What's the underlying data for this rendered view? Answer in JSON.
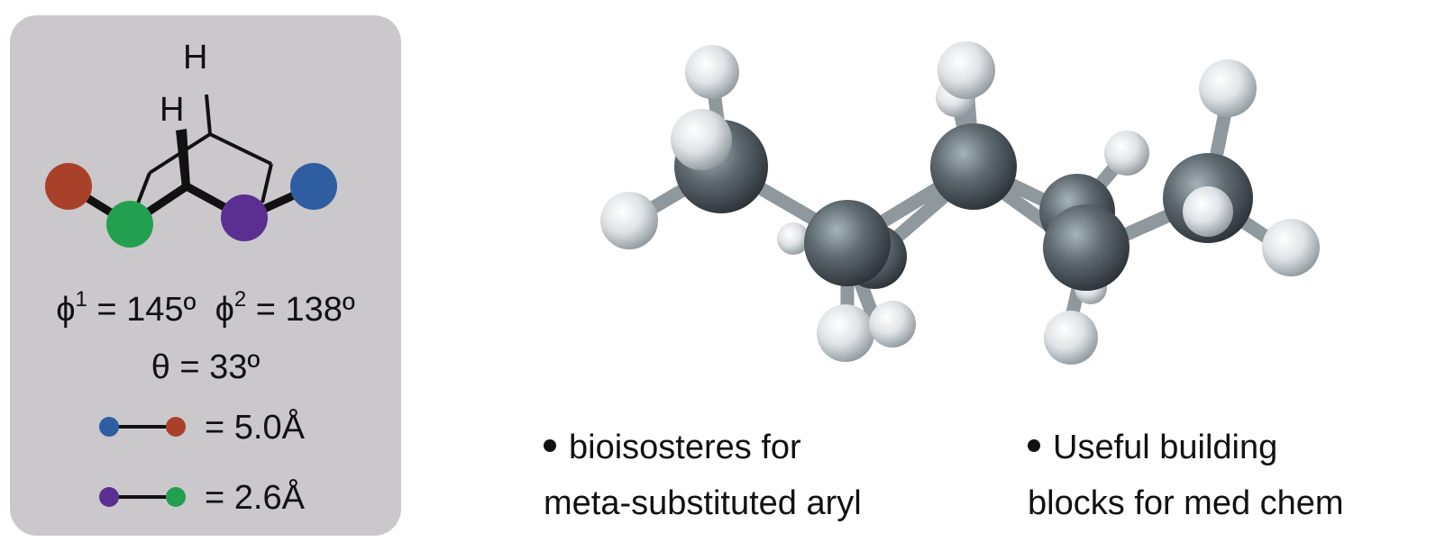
{
  "panel": {
    "atom_labels": [
      "H",
      "H"
    ],
    "angles": {
      "phi1_symbol": "ϕ",
      "phi1_index": "1",
      "phi1_value": " = 145º",
      "phi2_symbol": "ϕ",
      "phi2_index": "2",
      "phi2_value": " = 138º",
      "theta": "θ = 33º"
    },
    "distances": [
      {
        "value": "= 5.0Å",
        "from_color": "#2f5da1",
        "to_color": "#a8402a"
      },
      {
        "value": "= 2.6Å",
        "from_color": "#5b2f91",
        "to_color": "#22a04f"
      }
    ],
    "colors": {
      "red": "#a8402a",
      "green": "#22a04f",
      "purple": "#5b2f91",
      "blue": "#2f5da1",
      "panel_bg": "#cbc8cb"
    }
  },
  "bullets": [
    {
      "line1": "bioisosteres for",
      "line2": "meta-substituted aryl"
    },
    {
      "line1": "Useful building",
      "line2": "blocks for med chem"
    }
  ]
}
